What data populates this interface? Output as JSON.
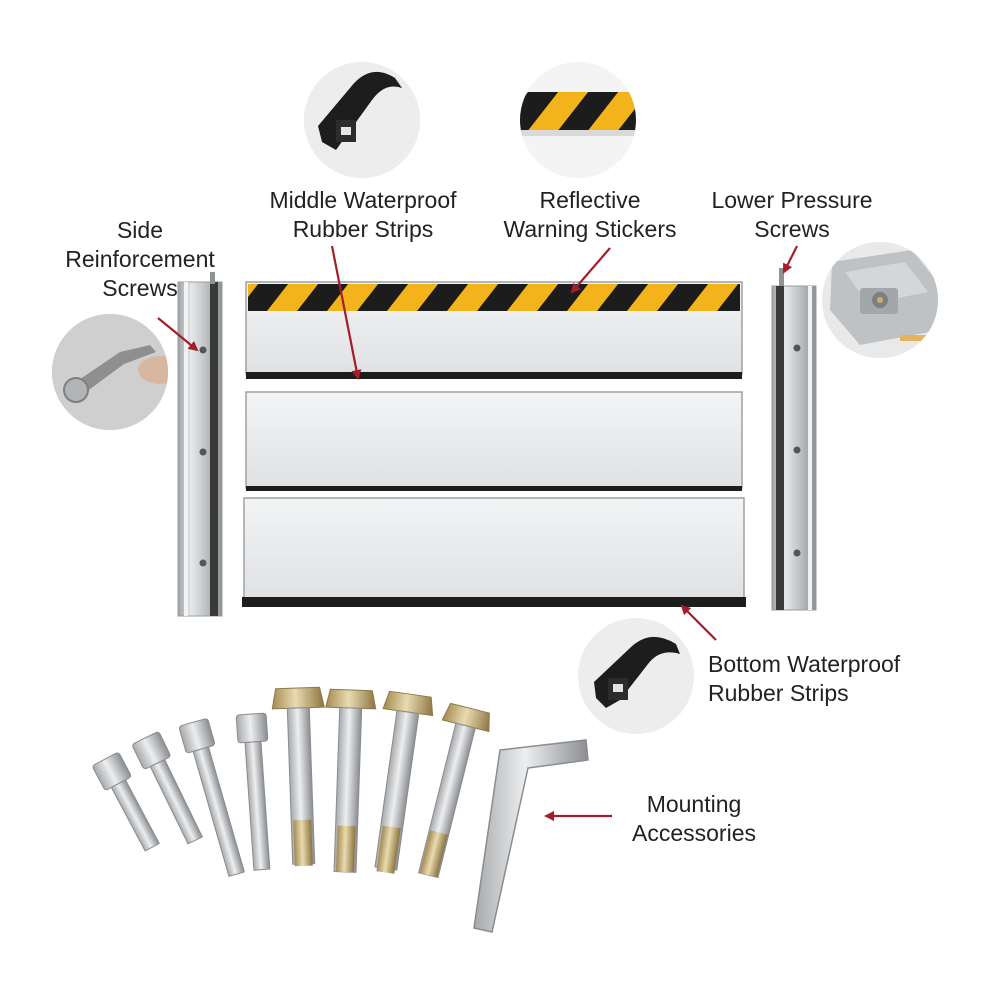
{
  "labels": {
    "side_reinforcement": [
      "Side",
      "Reinforcement",
      "Screws"
    ],
    "middle_strips": [
      "Middle Waterproof",
      "Rubber Strips"
    ],
    "reflective": [
      "Reflective",
      "Warning Stickers"
    ],
    "lower_pressure": [
      "Lower Pressure",
      "Screws"
    ],
    "bottom_strips": [
      "Bottom Waterproof",
      "Rubber Strips"
    ],
    "mounting": [
      "Mounting",
      "Accessories"
    ]
  },
  "colors": {
    "arrow": "#a31d2b",
    "hazard_yellow": "#f2b31b",
    "hazard_black": "#1c1c1c",
    "rubber": "#1d1d1d",
    "panel": "#e9eaec",
    "frame": "#c9cbcd"
  },
  "icons": [
    "rubber-strip-closeup-icon",
    "warning-sticker-closeup-icon",
    "pressure-screw-closeup-icon",
    "allen-key-closeup-icon",
    "bottom-rubber-closeup-icon",
    "hex-key-icon"
  ]
}
